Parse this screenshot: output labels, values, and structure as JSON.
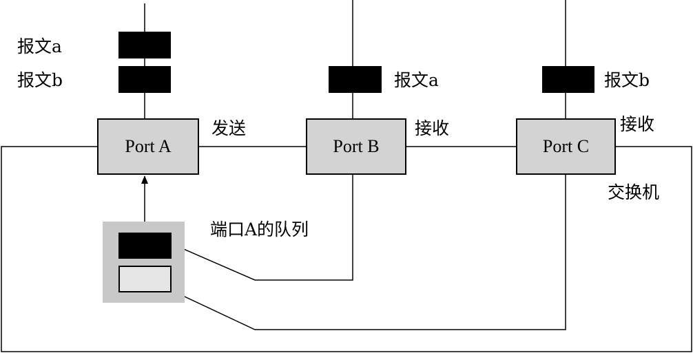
{
  "ports": {
    "a": {
      "label": "Port A"
    },
    "b": {
      "label": "Port B"
    },
    "c": {
      "label": "Port C"
    }
  },
  "labels": {
    "packet_a_left": "报文a",
    "packet_b_left": "报文b",
    "packet_a_portb": "报文a",
    "packet_b_portc": "报文b",
    "send": "发送",
    "recv_b": "接收",
    "recv_c": "接收",
    "switch": "交换机",
    "queue": "端口A的队列"
  },
  "colors": {
    "port_fill": "#d3d3d3",
    "queue_bg": "#c8c8c8",
    "packet": "#000000",
    "empty_slot": "#e6e6e6",
    "line": "#000000"
  }
}
